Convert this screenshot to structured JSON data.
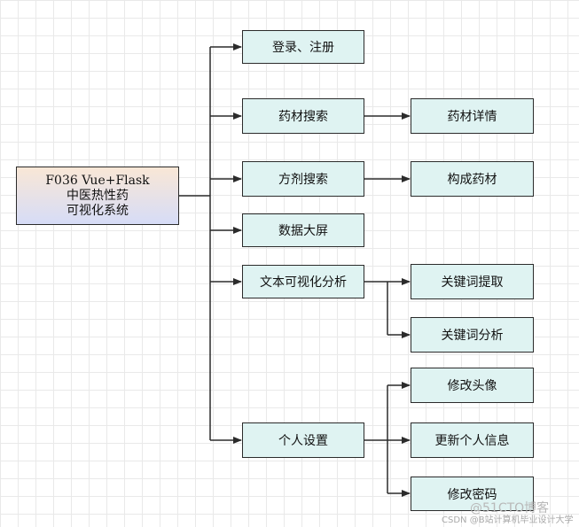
{
  "root": {
    "line1": "F036 Vue+Flask",
    "line2": "中医热性药",
    "line3": "可视化系统"
  },
  "level1": {
    "login": "登录、注册",
    "herb_search": "药材搜索",
    "formula_search": "方剂搜索",
    "big_screen": "数据大屏",
    "text_analysis": "文本可视化分析",
    "personal": "个人设置"
  },
  "level2": {
    "herb_detail": "药材详情",
    "formula_herbs": "构成药材",
    "keyword_extract": "关键词提取",
    "keyword_analysis": "关键词分析",
    "edit_avatar": "修改头像",
    "update_info": "更新个人信息",
    "edit_password": "修改密码"
  },
  "watermark": {
    "brand": "@51CTO博客",
    "credit": "CSDN @B站计算机毕业设计大学"
  }
}
